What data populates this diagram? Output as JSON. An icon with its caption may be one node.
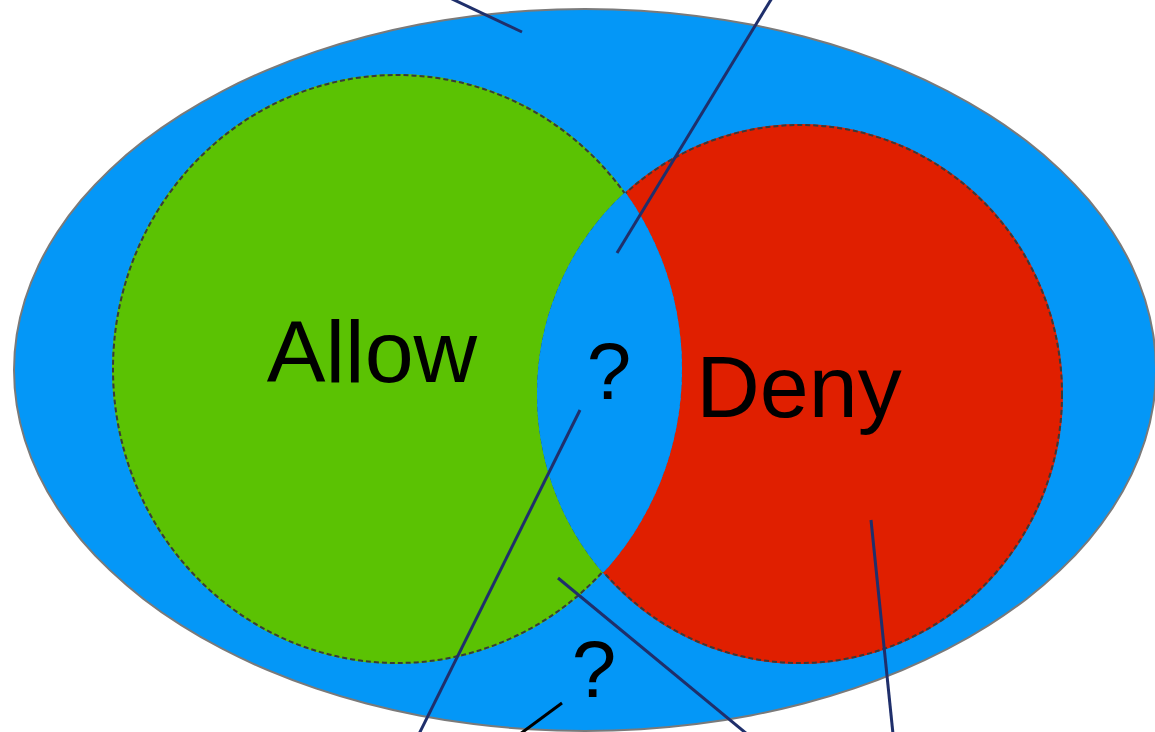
{
  "diagram": {
    "nodes": [
      {
        "text": [],
        "shape": "ellipse"
      },
      {
        "text": [
          "Allow"
        ],
        "in": 0
      },
      {
        "text": [
          "Deny"
        ],
        "in": 0
      },
      {
        "text": [
          "?"
        ],
        "in": 0
      },
      {
        "text": [
          "?"
        ],
        "in": 0
      }
    ],
    "edges": [
      {
        "from": null,
        "to": 0,
        "arrow": "none"
      },
      {
        "from": null,
        "to": 3,
        "arrow": "none"
      },
      {
        "from": null,
        "to": 3,
        "arrow": "none"
      },
      {
        "from": null,
        "to": 1,
        "arrow": "none"
      },
      {
        "from": null,
        "to": 2,
        "arrow": "none"
      },
      {
        "from": null,
        "to": 4,
        "arrow": "none",
        "color": "#000000"
      }
    ]
  }
}
